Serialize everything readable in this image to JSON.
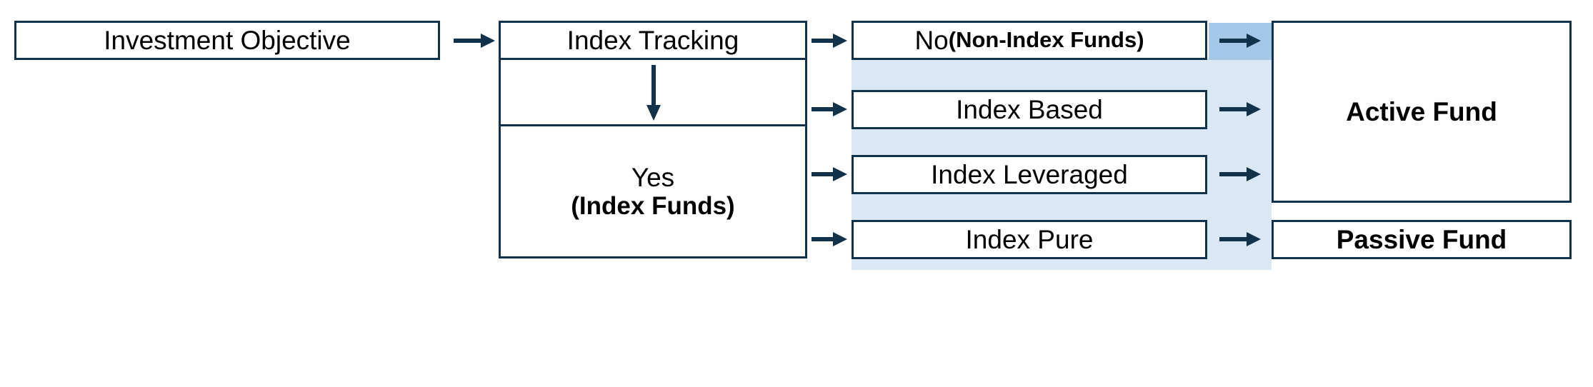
{
  "diagram": {
    "title": "Investment Objective fund classification flowchart",
    "colors": {
      "border": "#11324a",
      "highlight_light": "#dae7f4",
      "highlight_mid": "#a6c8e8",
      "text": "#000000",
      "background": "#ffffff"
    },
    "nodes": {
      "investment_objective": "Investment Objective",
      "index_tracking": "Index Tracking",
      "yes_line1": "Yes",
      "yes_line2": "(Index Funds)",
      "no_line1": "No ",
      "no_line2": "(Non-Index Funds)",
      "index_based": "Index Based",
      "index_leveraged": "Index Leveraged",
      "index_pure": "Index Pure",
      "active_fund": "Active Fund",
      "passive_fund": "Passive Fund"
    },
    "arrows": {
      "objective_to_tracking": "arrow-right",
      "tracking_to_yes": "arrow-down",
      "tracking_to_no": "arrow-right",
      "yes_to_index_based": "arrow-right",
      "yes_to_index_leveraged": "arrow-right",
      "yes_to_index_pure": "arrow-right",
      "no_to_active": "arrow-right",
      "index_based_to_active": "arrow-right",
      "index_leveraged_to_active": "arrow-right",
      "index_pure_to_passive": "arrow-right"
    },
    "flow": {
      "type": "flowchart",
      "edges": [
        {
          "from": "Investment Objective",
          "to": "Index Tracking"
        },
        {
          "from": "Index Tracking",
          "to": "No (Non-Index Funds)"
        },
        {
          "from": "Index Tracking",
          "to": "Yes (Index Funds)"
        },
        {
          "from": "No (Non-Index Funds)",
          "to": "Active Fund"
        },
        {
          "from": "Yes (Index Funds)",
          "to": "Index Based"
        },
        {
          "from": "Yes (Index Funds)",
          "to": "Index Leveraged"
        },
        {
          "from": "Yes (Index Funds)",
          "to": "Index Pure"
        },
        {
          "from": "Index Based",
          "to": "Active Fund"
        },
        {
          "from": "Index Leveraged",
          "to": "Active Fund"
        },
        {
          "from": "Index Pure",
          "to": "Passive Fund"
        }
      ]
    }
  }
}
